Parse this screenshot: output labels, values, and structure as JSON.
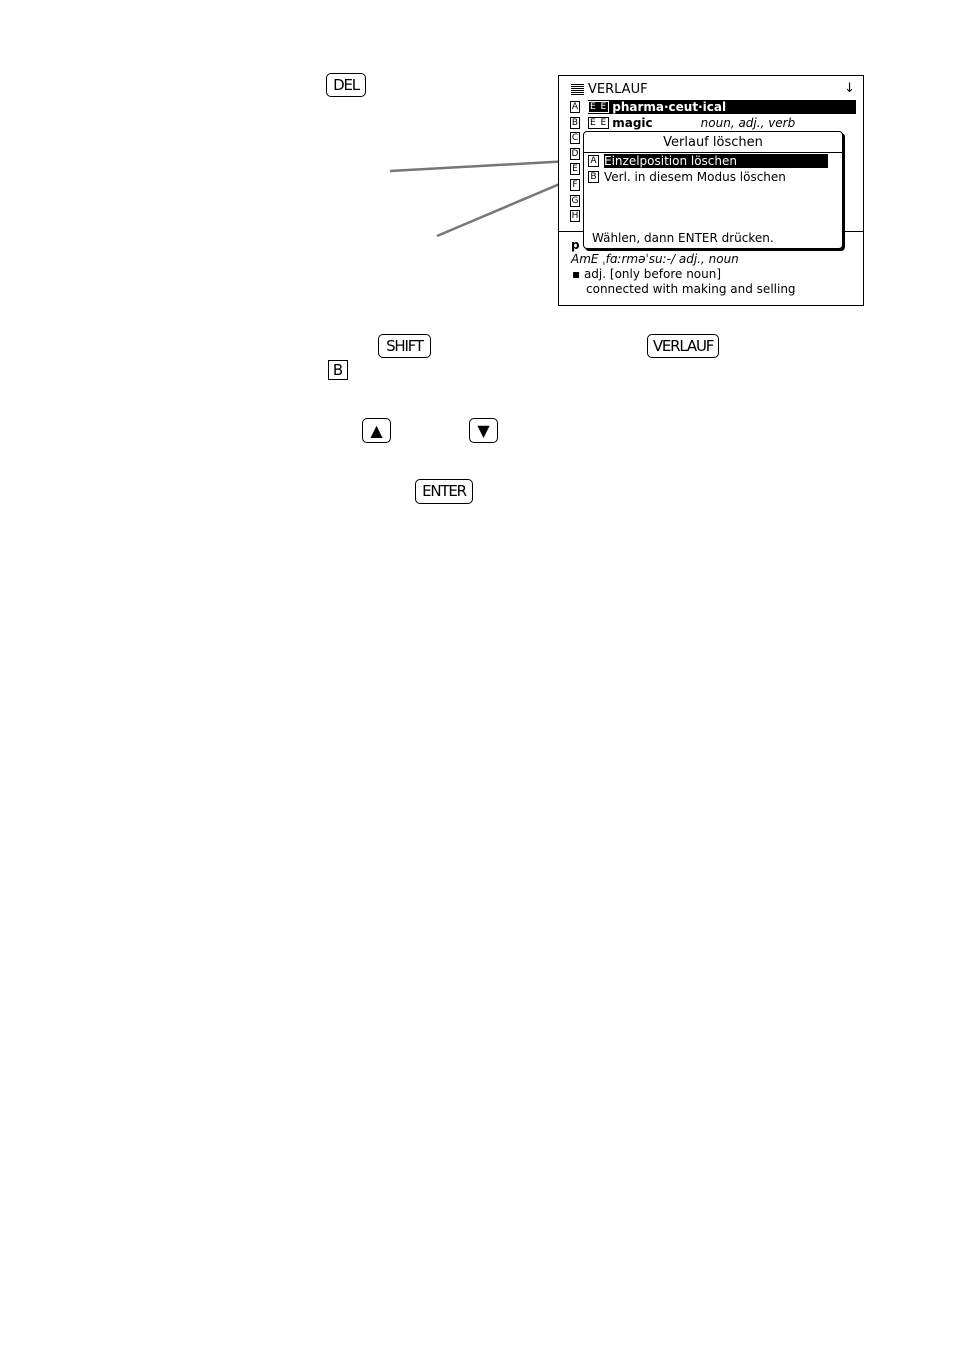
{
  "keys": {
    "del": "DEL",
    "shift": "SHIFT",
    "verlauf": "VERLAUF",
    "b_letter": "B",
    "up": "▲",
    "down": "▼",
    "enter": "ENTER"
  },
  "screen": {
    "title": "VERLAUF",
    "scroll_indicator": "↓",
    "left_letters": [
      "A",
      "B",
      "C",
      "D",
      "E",
      "F",
      "G",
      "H"
    ],
    "entries": [
      {
        "tag": "E E",
        "word": "pharma·ceut·ical",
        "pos": ""
      },
      {
        "tag": "E E",
        "word": "magic",
        "pos": "noun, adj., verb"
      }
    ],
    "dialog": {
      "title": "Verlauf löschen",
      "options": [
        {
          "key": "A",
          "label": "Einzelposition löschen"
        },
        {
          "key": "B",
          "label": "Verl. in diesem Modus löschen"
        }
      ],
      "hint": "Wählen, dann ENTER drücken."
    },
    "definition": {
      "head_char": "p",
      "pronunciation": "AmE ˌfɑːrməˈsuː-/ adj., noun",
      "bullet_line": "▪ adj. [only before noun]",
      "text": "connected with making and selling"
    }
  }
}
